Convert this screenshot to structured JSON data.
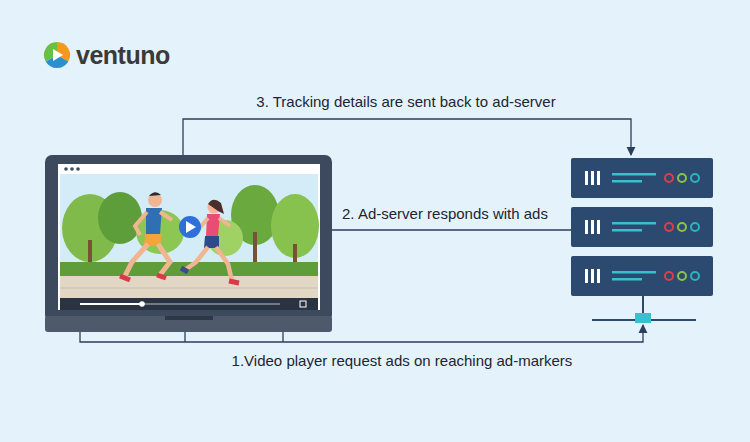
{
  "diagram": {
    "labels": [
      "ventuno",
      "3. Tracking details are sent back to ad-server",
      "2. Ad-server responds with ads",
      "1.Video player request ads on reaching ad-markers"
    ]
  }
}
